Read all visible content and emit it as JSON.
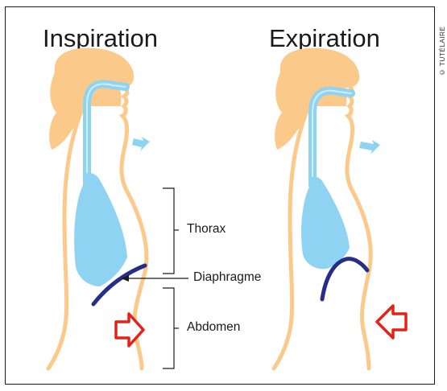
{
  "titles": {
    "left": "Inspiration",
    "right": "Expiration"
  },
  "labels": {
    "thorax": "Thorax",
    "diaphragm": "Diaphragme",
    "abdomen": "Abdomen"
  },
  "credit": "© TUTÉLAIRE",
  "colors": {
    "skin": "#fbc98a",
    "airway": "#8fd3f2",
    "lung": "#8fd3f2",
    "diaphragm": "#262e8a",
    "arrow_air": "#8fd3f2",
    "arrow_abdomen": "#e2231a",
    "ink": "#1a1a1a"
  },
  "icons": {
    "air_in": "arrow-in-icon",
    "air_out": "arrow-out-icon",
    "abdomen_out": "hollow-arrow-right-icon",
    "abdomen_in": "hollow-arrow-left-icon"
  }
}
